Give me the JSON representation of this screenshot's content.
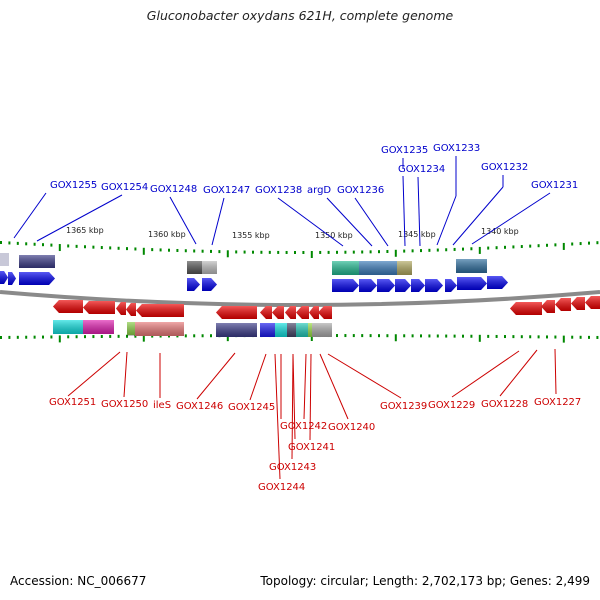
{
  "title": "Gluconobacter oxydans 621H, complete genome",
  "footer": {
    "accession": "Accession: NC_006677",
    "summary": "Topology: circular; Length: 2,702,173 bp; Genes: 2,499"
  },
  "scale_labels": [
    "1365 kbp",
    "1360 kbp",
    "1355 kbp",
    "1350 kbp",
    "1345 kbp",
    "1340 kbp"
  ],
  "genes_top": [
    "GOX1255",
    "GOX1254",
    "GOX1248",
    "GOX1247",
    "GOX1238",
    "argD",
    "GOX1236",
    "GOX1235",
    "GOX1234",
    "GOX1233",
    "GOX1232",
    "GOX1231"
  ],
  "genes_bottom": [
    "GOX1251",
    "GOX1250",
    "ileS",
    "GOX1246",
    "GOX1245",
    "GOX1242",
    "GOX1241",
    "GOX1243",
    "GOX1244",
    "GOX1240",
    "GOX1239",
    "GOX1229",
    "GOX1228",
    "GOX1227"
  ],
  "colors": {
    "forward_strand": "#0000ee",
    "reverse_strand": "#ee0000",
    "forward_label": "#0000cc",
    "reverse_label": "#cc0000",
    "ticks": "#008800",
    "backbone": "#888888"
  }
}
